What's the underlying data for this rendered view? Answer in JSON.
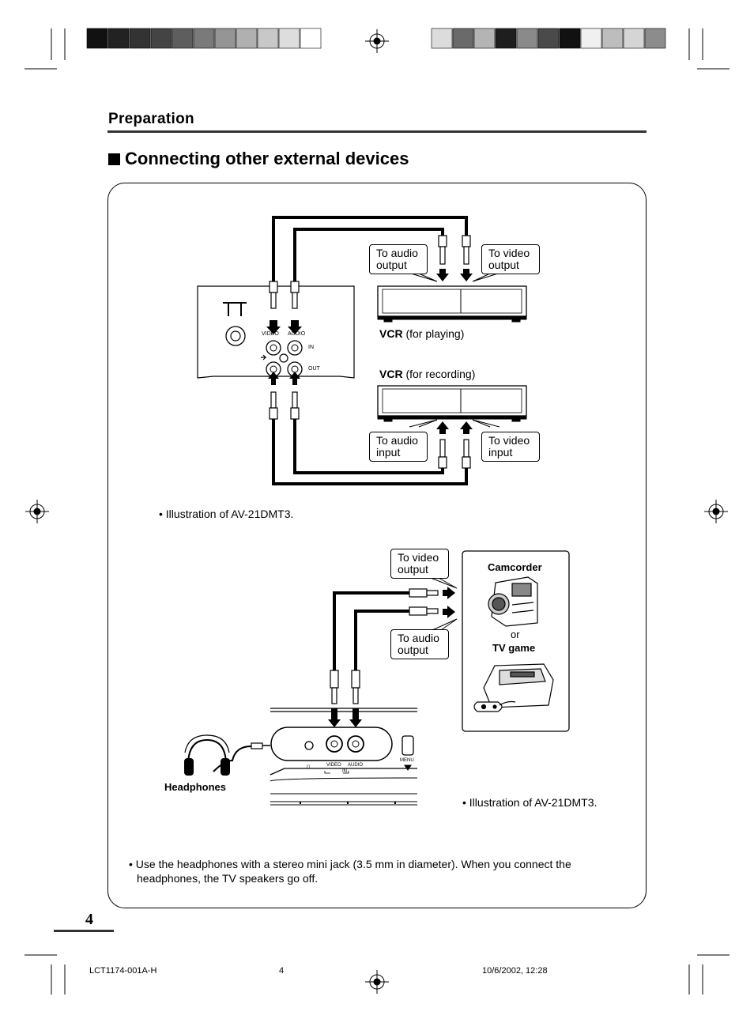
{
  "page": {
    "section_title": "Preparation",
    "heading": "Connecting other external devices",
    "page_number": "4"
  },
  "vcr_diagram": {
    "callout_audio_output": [
      "To audio",
      "output"
    ],
    "callout_video_output": [
      "To video",
      "output"
    ],
    "callout_audio_input": [
      "To audio",
      "input"
    ],
    "callout_video_input": [
      "To video",
      "input"
    ],
    "vcr_playing_bold": "VCR",
    "vcr_playing_rest": " (for playing)",
    "vcr_recording_bold": "VCR",
    "vcr_recording_rest": " (for recording)",
    "panel_video": "VIDEO",
    "panel_audio": "AUDIO",
    "panel_in": "IN",
    "panel_out": "OUT",
    "illustration_note": "• Illustration of AV-21DMT3."
  },
  "camcorder_diagram": {
    "callout_video_output": [
      "To video",
      "output"
    ],
    "callout_audio_output": [
      "To audio",
      "output"
    ],
    "camcorder_label": "Camcorder",
    "or_label": "or",
    "tv_game_label": "TV game",
    "headphones_label": "Headphones",
    "front_video": "VIDEO",
    "front_audio": "AUDIO",
    "front_in": "IN",
    "front_menu": "MENU",
    "illustration_note": "• Illustration of AV-21DMT3."
  },
  "bullet_note": {
    "line1": "• Use the headphones with a stereo mini jack (3.5 mm in diameter). When you connect  the",
    "line2": "headphones, the TV speakers go off."
  },
  "footer": {
    "code": "LCT1174-001A-H",
    "page": "4",
    "timestamp": "10/6/2002, 12:28"
  },
  "print_marks": {
    "left_bar_colors": [
      "#111111",
      "#222222",
      "#333333",
      "#444444",
      "#5e5e5e",
      "#7a7a7a",
      "#959595",
      "#b0b0b0",
      "#c8c8c8",
      "#dddddd",
      "#ffffff"
    ],
    "right_bar_colors": [
      "#dcdcdc",
      "#6a6a6a",
      "#b4b4b4",
      "#1e1e1e",
      "#8a8a8a",
      "#4a4a4a",
      "#111111",
      "#f0f0f0",
      "#bdbdbd",
      "#d5d5d5",
      "#8c8c8c"
    ]
  }
}
